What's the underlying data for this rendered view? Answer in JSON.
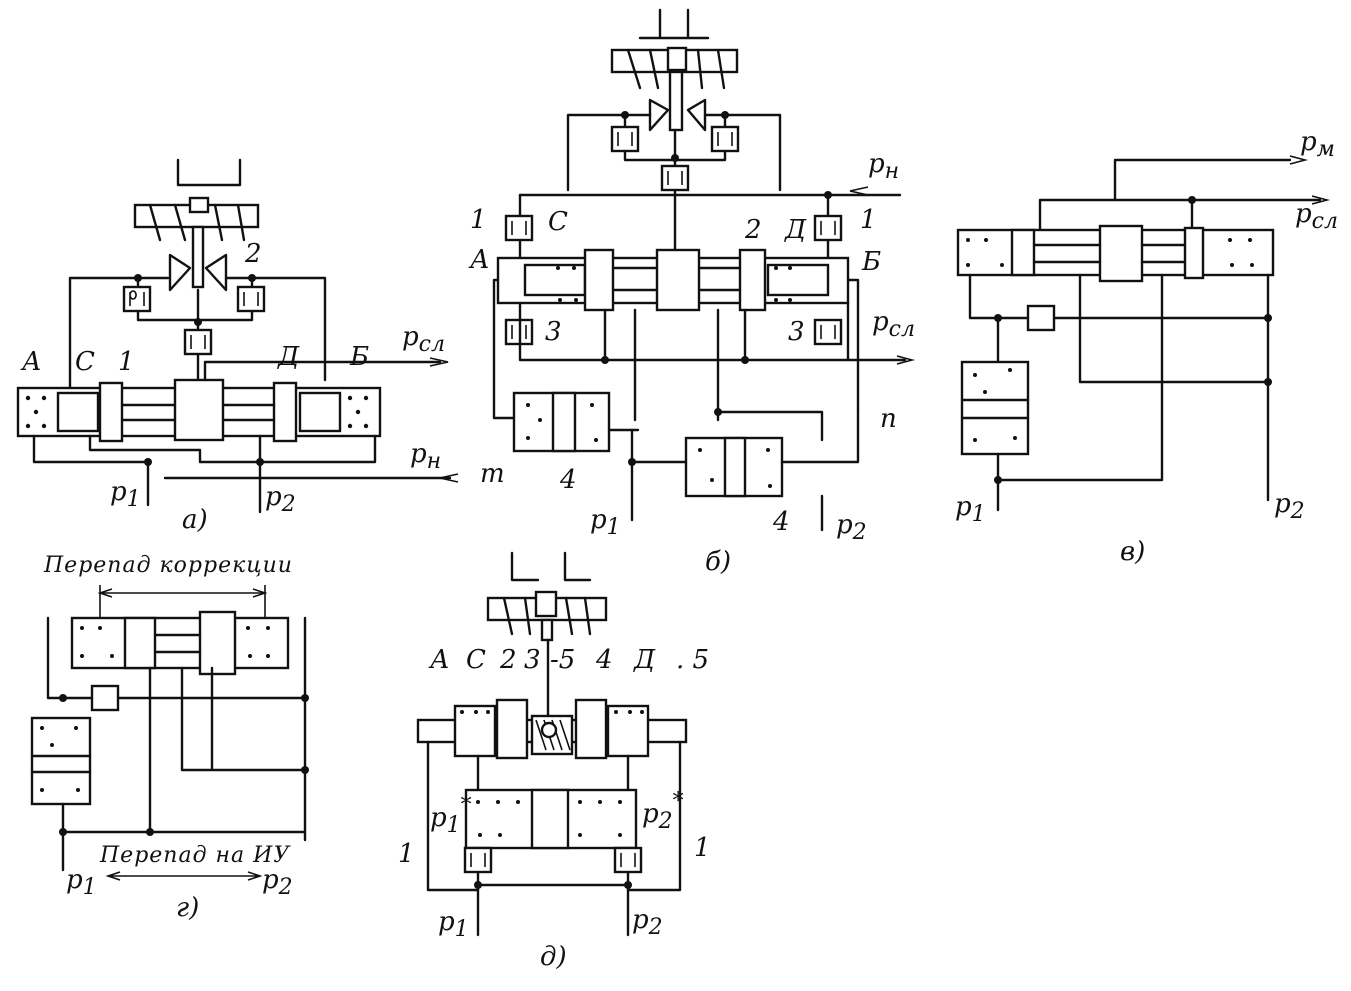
{
  "figure": {
    "a": {
      "caption": "а)",
      "labels": {
        "A": "А",
        "C": "С",
        "one": "1",
        "two": "2",
        "D": "Д",
        "B": "Б"
      },
      "p_sl": "р",
      "p_sl_sub": "сл",
      "p_n": "р",
      "p_n_sub": "н",
      "p1": "р",
      "p1_sub": "1",
      "p2": "р",
      "p2_sub": "2"
    },
    "b": {
      "caption": "б)",
      "labels": {
        "A": "А",
        "C": "С",
        "D": "Д",
        "B": "Б",
        "one_left": "1",
        "one_right": "1",
        "two": "2",
        "three_left": "3",
        "three_right": "3",
        "four_left": "4",
        "four_right": "4",
        "m": "m",
        "n": "п"
      },
      "p_n": "р",
      "p_n_sub": "н",
      "p_sl": "р",
      "p_sl_sub": "сл",
      "p1": "р",
      "p1_sub": "1",
      "p2": "р",
      "p2_sub": "2"
    },
    "v": {
      "caption": "в)",
      "p_m": "р",
      "p_m_sub": "м",
      "p_sl": "р",
      "p_sl_sub": "сл",
      "p1": "р",
      "p1_sub": "1",
      "p2": "р",
      "p2_sub": "2"
    },
    "g": {
      "caption": "г)",
      "top_text": "Перепад коррекции",
      "bottom_text": "Перепад на ИУ",
      "p1": "р",
      "p1_sub": "1",
      "p2": "р",
      "p2_sub": "2"
    },
    "d": {
      "caption": "д)",
      "labels": {
        "A": "А",
        "C": "С",
        "two": "2",
        "three": "3",
        "five_a": "-5",
        "four": "4",
        "D": "Д",
        "five_b": ". 5",
        "one_left": "1",
        "one_right": "1"
      },
      "p1s": "р",
      "p1s_sub": "1",
      "p1s_sup": "*",
      "p2s": "р",
      "p2s_sub": "2",
      "p2s_sup": "*",
      "p1": "р",
      "p1_sub": "1",
      "p2": "р",
      "p2_sub": "2"
    }
  }
}
